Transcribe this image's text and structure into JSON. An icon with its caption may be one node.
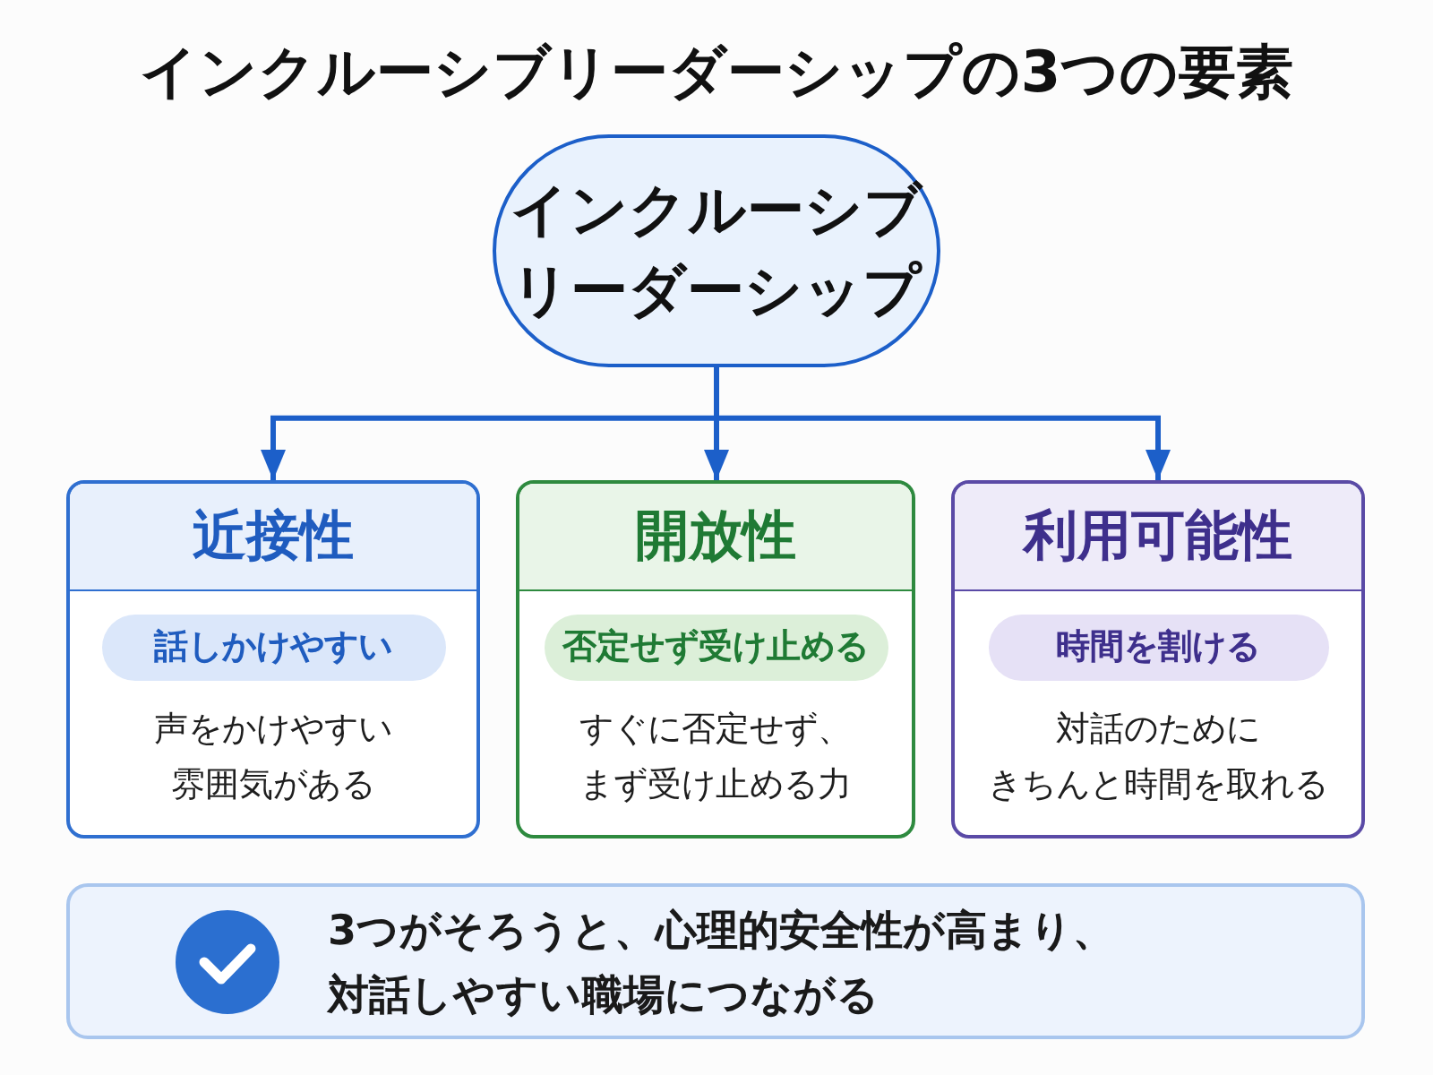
{
  "diagram": {
    "title": "インクルーシブリーダーシップの3つの要素",
    "nodes": [
      {
        "text": [
          "インクルーシブリーダーシップ"
        ]
      },
      {
        "text": [
          "近接性",
          "声をかけやすい雰囲気がある"
        ]
      },
      {
        "text": [
          "話しかけやすい"
        ],
        "in": 1
      },
      {
        "text": [
          "開放性",
          "すぐに否定せず、まず受け止める力"
        ]
      },
      {
        "text": [
          "否定せず受け止める"
        ],
        "in": 3
      },
      {
        "text": [
          "利用可能性",
          "対話のためにきちんと時間を取れる"
        ]
      },
      {
        "text": [
          "時間を割ける"
        ],
        "in": 5
      },
      {
        "text": [
          "3つがそろうと、心理的安全性が高まり、対話しやすい職場につながる"
        ]
      }
    ],
    "edges": [
      {
        "from": 0,
        "to": 1,
        "arrow": "to"
      },
      {
        "from": 0,
        "to": 3,
        "arrow": "to"
      },
      {
        "from": 0,
        "to": 5,
        "arrow": "to"
      }
    ]
  }
}
